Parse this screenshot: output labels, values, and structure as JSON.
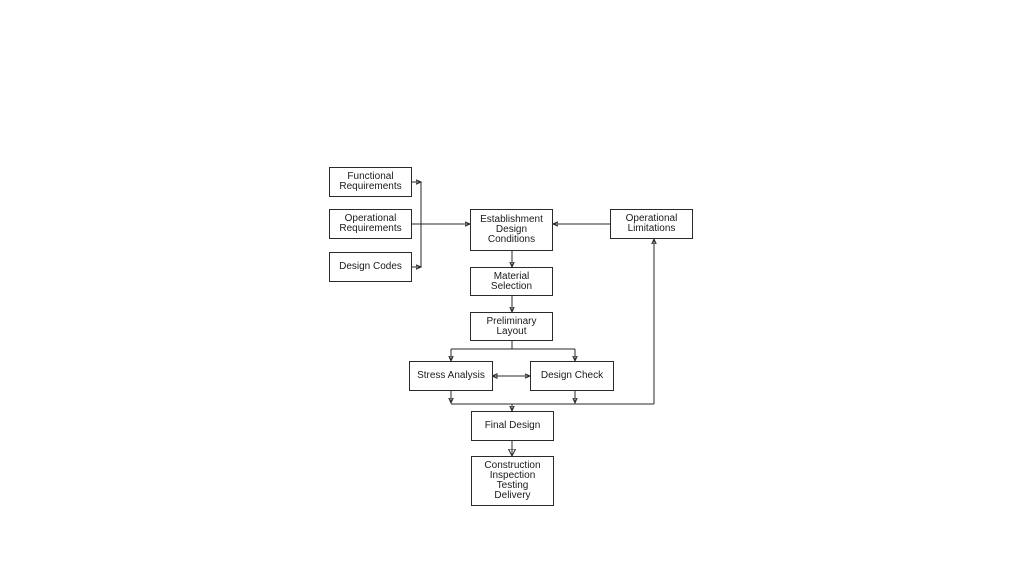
{
  "diagram": {
    "nodes": {
      "functional_requirements": "Functional\nRequirements",
      "operational_requirements": "Operational\nRequirements",
      "design_codes": "Design Codes",
      "establishment": "Establishment\nDesign\nConditions",
      "operational_limitations": "Operational\nLimitations",
      "material_selection": "Material\nSelection",
      "preliminary_layout": "Preliminary\nLayout",
      "stress_analysis": "Stress Analysis",
      "design_check": "Design Check",
      "final_design": "Final Design",
      "construction": "Construction\nInspection\nTesting\nDelivery"
    },
    "edges": [
      {
        "from": "functional_requirements",
        "to": "establishment"
      },
      {
        "from": "operational_requirements",
        "to": "establishment"
      },
      {
        "from": "design_codes",
        "to": "establishment"
      },
      {
        "from": "operational_limitations",
        "to": "establishment"
      },
      {
        "from": "establishment",
        "to": "material_selection"
      },
      {
        "from": "material_selection",
        "to": "preliminary_layout"
      },
      {
        "from": "preliminary_layout",
        "to": "stress_analysis"
      },
      {
        "from": "preliminary_layout",
        "to": "design_check"
      },
      {
        "from": "stress_analysis",
        "to": "design_check",
        "bidirectional": true
      },
      {
        "from": "stress_analysis",
        "to": "final_design"
      },
      {
        "from": "design_check",
        "to": "final_design"
      },
      {
        "from": "design_check",
        "to": "operational_limitations"
      },
      {
        "from": "final_design",
        "to": "construction"
      }
    ]
  }
}
